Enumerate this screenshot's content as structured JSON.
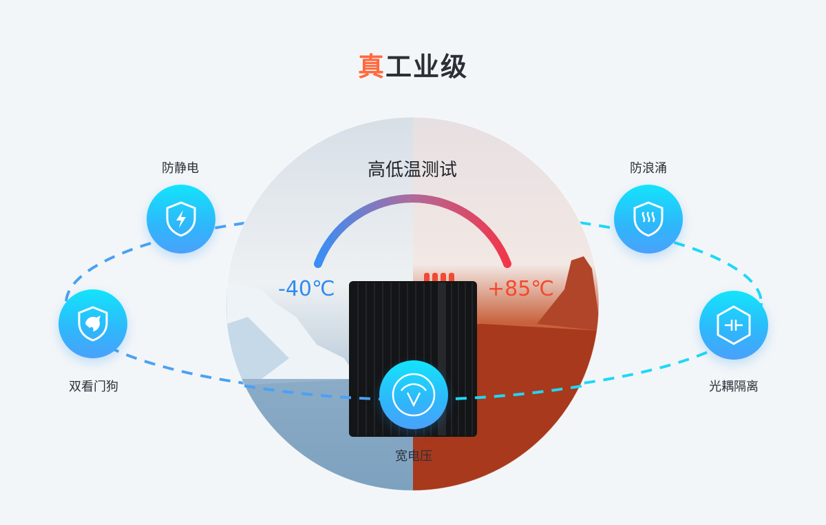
{
  "title": {
    "accent": "真",
    "rest": "工业级"
  },
  "gauge": {
    "title": "高低温测试",
    "min_label": "-40℃",
    "max_label": "+85℃",
    "min_value": -40,
    "max_value": 85
  },
  "features": [
    {
      "label": "防静电",
      "icon": "shield-lightning-icon"
    },
    {
      "label": "双看门狗",
      "icon": "shield-dog-icon"
    },
    {
      "label": "宽电压",
      "icon": "voltage-icon"
    },
    {
      "label": "防浪涌",
      "icon": "shield-waves-icon"
    },
    {
      "label": "光耦隔离",
      "icon": "hexagon-capacitor-icon"
    }
  ],
  "colors": {
    "accent": "#ff6a3d",
    "cold": "#2f8cf0",
    "hot": "#f24a2c",
    "icon_top": "#13e4fb",
    "icon_bottom": "#4aa1fb"
  }
}
